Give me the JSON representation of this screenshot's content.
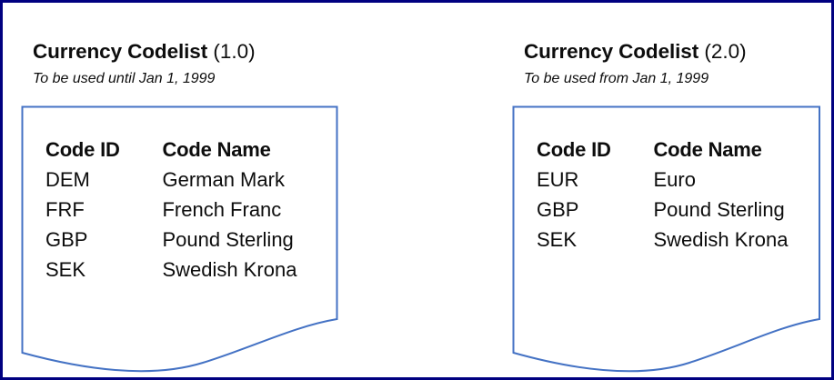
{
  "figure": {
    "frame_color": "#000080",
    "shape_border_color": "#4472C4",
    "background_color": "#ffffff",
    "text_color": "#0d0d0d"
  },
  "codelists": [
    {
      "title_name": "Currency Codelist",
      "title_version": "(1.0)",
      "subtitle": "To be used until Jan 1, 1999",
      "columns": [
        "Code ID",
        "Code Name"
      ],
      "rows": [
        {
          "code_id": "DEM",
          "code_name": "German Mark"
        },
        {
          "code_id": "FRF",
          "code_name": "French Franc"
        },
        {
          "code_id": "GBP",
          "code_name": "Pound Sterling"
        },
        {
          "code_id": "SEK",
          "code_name": "Swedish Krona"
        }
      ]
    },
    {
      "title_name": "Currency Codelist",
      "title_version": "(2.0)",
      "subtitle": "To be used from Jan 1, 1999",
      "columns": [
        "Code ID",
        "Code Name"
      ],
      "rows": [
        {
          "code_id": "EUR",
          "code_name": "Euro"
        },
        {
          "code_id": "GBP",
          "code_name": "Pound Sterling"
        },
        {
          "code_id": "SEK",
          "code_name": "Swedish Krona"
        }
      ]
    }
  ]
}
